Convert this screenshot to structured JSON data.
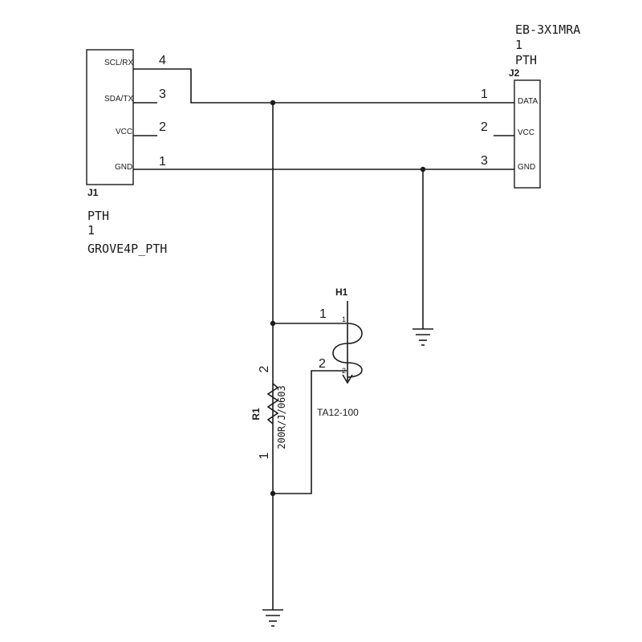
{
  "j1": {
    "ref": "J1",
    "footprint": "PTH",
    "qty": "1",
    "part": "GROVE4P_PTH",
    "pins": [
      {
        "num": "4",
        "label": "SCL/RX"
      },
      {
        "num": "3",
        "label": "SDA/TX"
      },
      {
        "num": "2",
        "label": "VCC"
      },
      {
        "num": "1",
        "label": "GND"
      }
    ]
  },
  "j2": {
    "ref": "J2",
    "footprint": "PTH",
    "qty": "1",
    "part": "EB-3X1MRA",
    "pins": [
      {
        "num": "1",
        "label": "DATA"
      },
      {
        "num": "2",
        "label": "VCC"
      },
      {
        "num": "3",
        "label": "GND"
      }
    ]
  },
  "h1": {
    "ref": "H1",
    "value": "TA12-100",
    "pin1": "1",
    "pin2": "2",
    "inner1": "1",
    "inner2": "2"
  },
  "r1": {
    "ref": "R1",
    "value": "200R/J/0603",
    "pin1": "1",
    "pin2": "2"
  }
}
